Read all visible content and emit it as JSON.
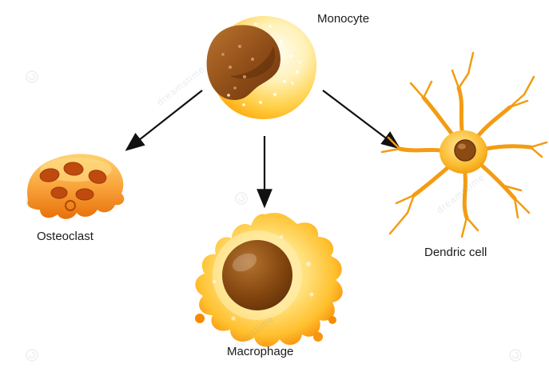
{
  "diagram": {
    "type": "cell-differentiation",
    "nodes": {
      "monocyte": {
        "label": "Monocyte"
      },
      "osteoclast": {
        "label": "Osteoclast"
      },
      "macrophage": {
        "label": "Macrophage"
      },
      "dendritic": {
        "label": "Dendric cell"
      }
    },
    "edges": [
      {
        "from": "Monocyte",
        "to": "Osteoclast"
      },
      {
        "from": "Monocyte",
        "to": "Macrophage"
      },
      {
        "from": "Monocyte",
        "to": "Dendric cell"
      }
    ],
    "watermark": {
      "text": "dreamstime"
    },
    "colors": {
      "cell_highlight": "#FFF3C4",
      "cell_yellow": "#FFD24D",
      "cell_orange": "#F57F00",
      "nucleus_brown": "#7C4312",
      "osteoclast_nuclei": "#BF4A0E",
      "arrow": "#111111",
      "background": "#FFFFFF"
    }
  }
}
